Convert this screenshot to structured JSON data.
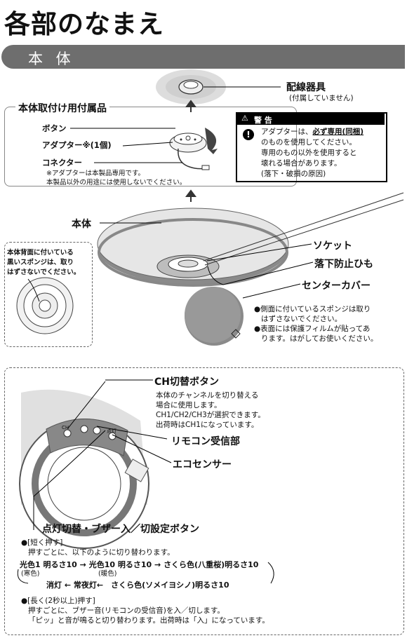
{
  "page_title": "各部のなまえ",
  "section_bar": "本 体",
  "wiring": {
    "label": "配線器具",
    "note": "(付属していません)"
  },
  "accessory": {
    "heading": "本体取付け用付属品",
    "button": "ボタン",
    "adapter": "アダプター※(1個)",
    "connector": "コネクター",
    "note1": "※アダプターは本製品専用です。",
    "note2": "本製品以外の用途には使用しないでください。"
  },
  "warning": {
    "title": "警 告",
    "line1_pre": "アダプターは、",
    "line1_bold": "必ず専用(同梱)",
    "line2": "のものを使用してください。",
    "line3": "専用のもの以外を使用すると",
    "line4": "壊れる場合があります。",
    "line5": "(落下・破損の原因)"
  },
  "labels": {
    "body": "本体",
    "socket": "ソケット",
    "fall_string": "落下防止ひも",
    "center_cover": "センターカバー"
  },
  "sponge_box": {
    "line1": "本体背面に付いている",
    "line2": "黒いスポンジは、取り",
    "line3": "はずさないでください。"
  },
  "notes": {
    "n1a": "●側面に付いているスポンジは取り",
    "n1b": "はずさないでください。",
    "n2a": "●表面には保護フィルムが貼ってあ",
    "n2b": "ります。はがしてお使いください。"
  },
  "ch_button": {
    "title": "CH切替ボタン",
    "d1": "本体のチャンネルを切り替える",
    "d2": "場合に使用します。",
    "d3": "CH1/CH2/CH3が選択できます。",
    "d4": "出荷時はCH1になっています。"
  },
  "remote_receiver": "リモコン受信部",
  "eco_sensor": "エコセンサー",
  "light_button": {
    "title": "点灯切替・ブザー入／切設定ボタン",
    "short_press": "●[短く押す]",
    "short_desc": "押すごとに、以下のように切り替わります。",
    "seq1": "光色1 明るさ10",
    "seq1_sub": "(寒色)",
    "seq2": "光色10 明るさ10",
    "seq2_sub": "(暖色)",
    "seq3": "さくら色(八重桜)明るさ10",
    "seq4": "さくら色(ソメイヨシノ)明るさ10",
    "seq5": "常夜灯",
    "seq6": "消灯",
    "long_press": "●[長く(2秒以上)押す]",
    "long_desc1": "押すごとに、ブザー音(リモコンの受信音)を入／切します。",
    "long_desc2": "「ピッ」と音が鳴ると切り替わります。出荷時は「入」になっています。"
  },
  "arrows": {
    "right": "→",
    "left": "←"
  },
  "button_marks": {
    "ch_mark": "CH",
    "mode_mark": "点灯"
  }
}
